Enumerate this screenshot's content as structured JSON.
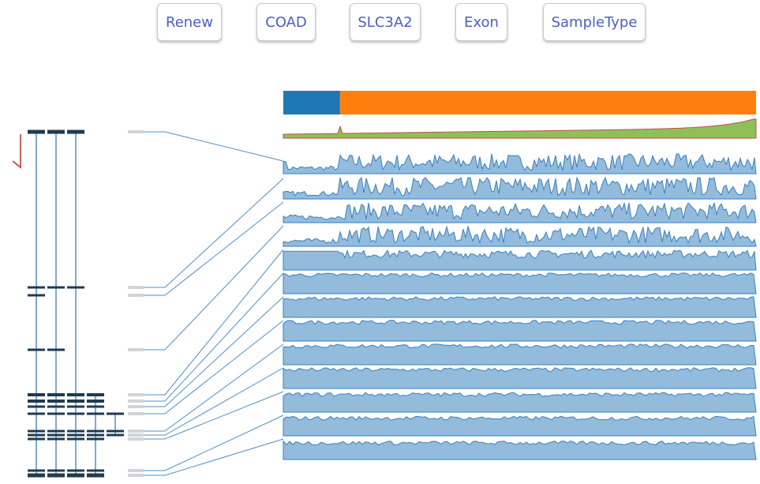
{
  "toolbar": {
    "renew": "Renew",
    "cancer": "COAD",
    "gene": "SLC3A2",
    "feature": "Exon",
    "group": "SampleType"
  },
  "colors": {
    "button_text": "#4a5fc1",
    "group_a": "#1f77b4",
    "group_b": "#ff7f0e",
    "area_fill": "#93bbdc",
    "area_stroke": "#3a7fbf",
    "top_track_fill": "#8fc057",
    "top_track_stroke": "#c0504d",
    "isoform_dark": "#1f3b52",
    "connector": "#4f8fc5",
    "exon_light": "#d0d4d9",
    "arrow": "#c0504d"
  },
  "sample_groups": [
    {
      "name": "group_a",
      "fraction": 0.12
    },
    {
      "name": "group_b",
      "fraction": 0.88
    }
  ],
  "isoforms": [
    {
      "exons": [
        0,
        1,
        2,
        3,
        4,
        5,
        6,
        7,
        8,
        9,
        10,
        11,
        12
      ]
    },
    {
      "exons": [
        0,
        1,
        3,
        4,
        5,
        6,
        7,
        8,
        9,
        10,
        11,
        12
      ]
    },
    {
      "exons": [
        0,
        1,
        4,
        5,
        6,
        7,
        8,
        9,
        10,
        11,
        12
      ]
    },
    {
      "exons": [
        4,
        5,
        6,
        7,
        8,
        9,
        10,
        11,
        12
      ]
    },
    {
      "exons": [
        7,
        8,
        9
      ]
    }
  ],
  "exon_tracks": [
    {
      "pattern": "spiky",
      "level": 0.55
    },
    {
      "pattern": "spiky",
      "level": 0.35
    },
    {
      "pattern": "spiky",
      "level": 0.45
    },
    {
      "pattern": "spiky",
      "level": 0.45
    },
    {
      "pattern": "dense",
      "level": 0.8
    },
    {
      "pattern": "flat",
      "level": 0.85
    },
    {
      "pattern": "flat",
      "level": 0.85
    },
    {
      "pattern": "flat",
      "level": 0.85
    },
    {
      "pattern": "flat",
      "level": 0.85
    },
    {
      "pattern": "flat",
      "level": 0.85
    },
    {
      "pattern": "flat",
      "level": 0.8
    },
    {
      "pattern": "flat",
      "level": 0.8
    },
    {
      "pattern": "flat",
      "level": 0.75
    }
  ]
}
